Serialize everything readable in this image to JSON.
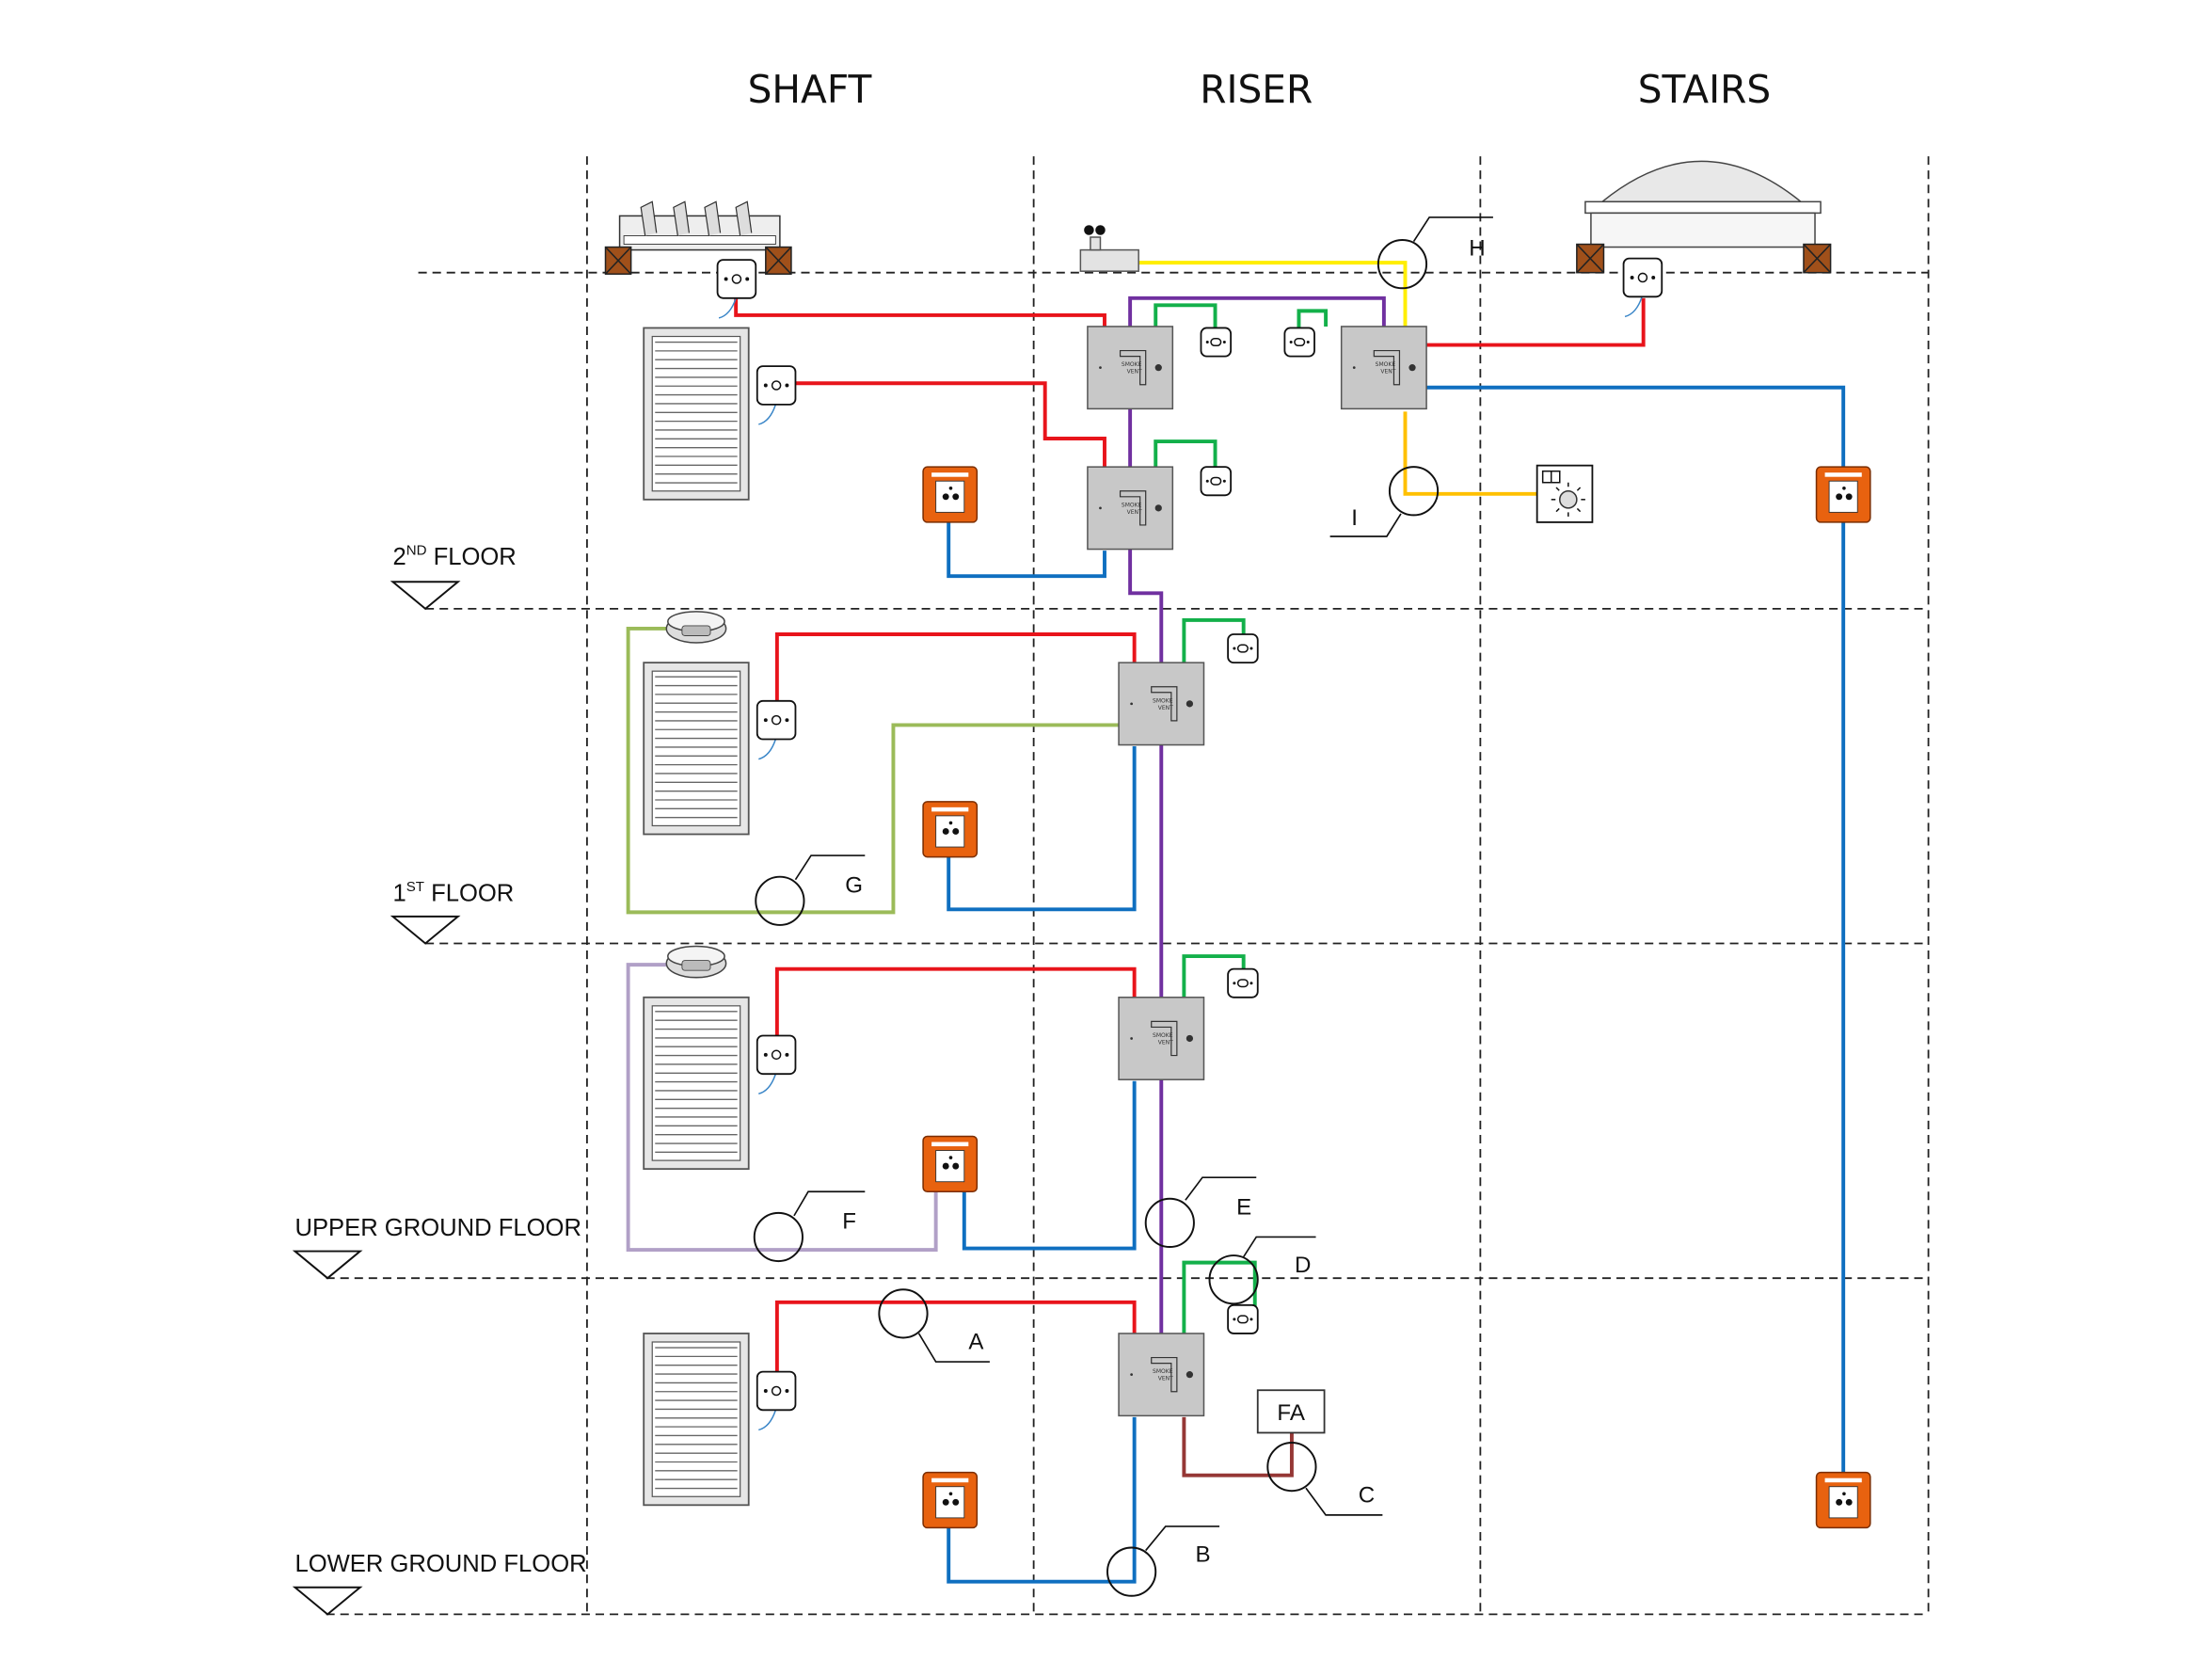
{
  "columns": {
    "shaft": "SHAFT",
    "riser": "RISER",
    "stairs": "STAIRS"
  },
  "floors": [
    {
      "pre": "2",
      "sup": "ND",
      "post": " FLOOR"
    },
    {
      "pre": "1",
      "sup": "ST",
      "post": "  FLOOR"
    },
    {
      "pre": "UPPER GROUND FLOOR",
      "sup": "",
      "post": ""
    },
    {
      "pre": "LOWER GROUND FLOOR",
      "sup": "",
      "post": ""
    }
  ],
  "callouts": {
    "A": "A",
    "B": "B",
    "C": "C",
    "D": "D",
    "E": "E",
    "F": "F",
    "G": "G",
    "H": "H",
    "I": "I"
  },
  "fire_alarm_label": "FA",
  "panel_text": [
    "SMOKE",
    "VENT"
  ],
  "wire_colors": {
    "red": "#e8141b",
    "purple": "#7030a0",
    "green": "#13b04a",
    "yellow": "#ffee00",
    "amber": "#ffc000",
    "blue": "#0f6fc0",
    "olive": "#9bbb59",
    "lavender": "#b1a0c7",
    "brown": "#953735"
  },
  "device_colors": {
    "panel": "#c8c8c8",
    "call_point": "#e8620f",
    "roof_block": "#a0501a"
  }
}
